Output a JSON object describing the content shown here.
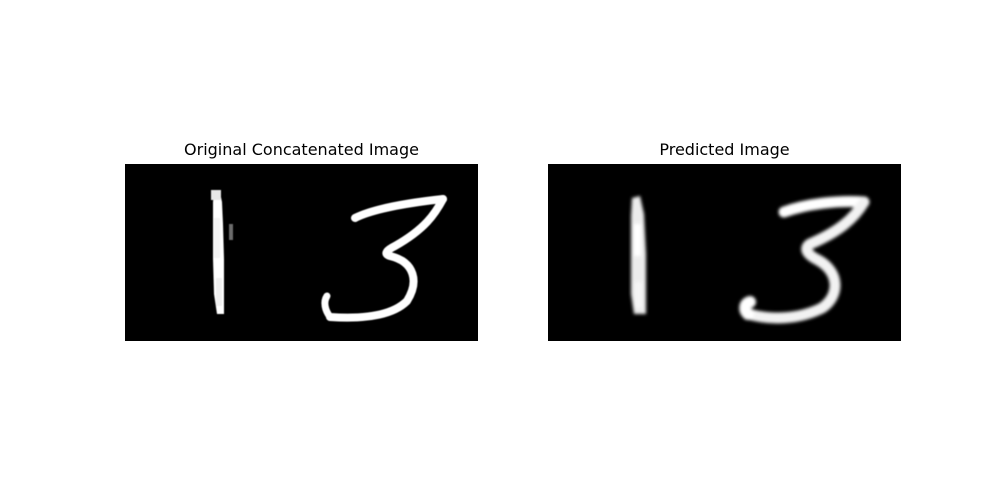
{
  "figure": {
    "background": "#ffffff",
    "image_background": "#000000",
    "stroke_color": "#ffffff"
  },
  "panels": [
    {
      "title": "Original Concatenated Image",
      "digits": [
        "1",
        "3"
      ]
    },
    {
      "title": "Predicted Image",
      "digits": [
        "1",
        "3"
      ]
    }
  ]
}
